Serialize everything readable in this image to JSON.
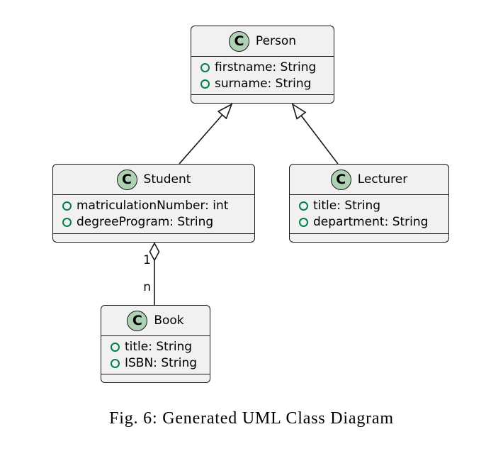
{
  "figure": {
    "caption": "Fig. 6: Generated UML Class Diagram"
  },
  "colors": {
    "background": "#ffffff",
    "box_fill": "#f1f1f1",
    "box_border": "#181818",
    "badge_fill": "#add1b2",
    "badge_border": "#181818",
    "field_icon_green": "#038048",
    "line_color": "#181818",
    "text_color": "#000000"
  },
  "classes": [
    {
      "name": "Person",
      "badge_letter": "C",
      "attributes": [
        "firstname: String",
        "surname: String"
      ]
    },
    {
      "name": "Student",
      "badge_letter": "C",
      "attributes": [
        "matriculationNumber: int",
        "degreeProgram: String"
      ]
    },
    {
      "name": "Lecturer",
      "badge_letter": "C",
      "attributes": [
        "title: String",
        "department: String"
      ]
    },
    {
      "name": "Book",
      "badge_letter": "C",
      "attributes": [
        "title: String",
        "ISBN: String"
      ]
    }
  ],
  "relations": [
    {
      "type": "inheritance",
      "from": "Student",
      "to": "Person"
    },
    {
      "type": "inheritance",
      "from": "Lecturer",
      "to": "Person"
    },
    {
      "type": "aggregation",
      "from": "Student",
      "to": "Book",
      "from_multiplicity": "1",
      "to_multiplicity": "n"
    }
  ]
}
